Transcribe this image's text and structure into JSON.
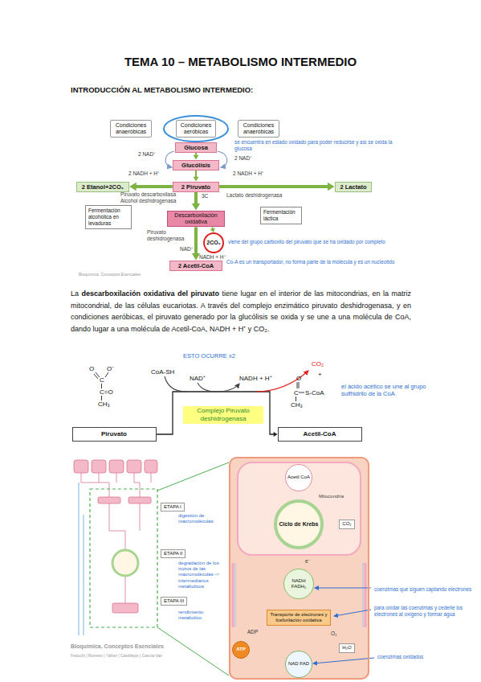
{
  "diagram": {
    "title": "TEMA 10 – METABOLISMO INTERMEDIO",
    "nodes": [
      {
        "text": [
          "Condiciones anaeróbicas"
        ]
      },
      {
        "text": [
          "Condiciones aeróbicas"
        ]
      },
      {
        "text": [
          "Condiciones anaeróbicas"
        ]
      },
      {
        "text": [
          "Glucosa"
        ]
      },
      {
        "text": [
          "Glucólisis"
        ]
      },
      {
        "text": [
          "2 Etanol+2CO₂"
        ]
      },
      {
        "text": [
          "2 Piruvato"
        ]
      },
      {
        "text": [
          "2 Lactato"
        ]
      },
      {
        "text": [
          "Fermentación alcohólica en levaduras"
        ]
      },
      {
        "text": [
          "Fermentación láctica"
        ]
      },
      {
        "text": [
          "Descarboxilación oxidativa"
        ]
      },
      {
        "text": [
          "2CO₂"
        ]
      },
      {
        "text": [
          "2 Acetil-CoA"
        ]
      },
      {
        "text": [
          "Complejo Piruvato deshidrogenasa"
        ]
      },
      {
        "text": [
          "Piruvato"
        ]
      },
      {
        "text": [
          "Acetil-CoA"
        ]
      },
      {
        "text": [
          "ETAPA I"
        ]
      },
      {
        "text": [
          "ETAPA II"
        ]
      },
      {
        "text": [
          "ETAPA III"
        ]
      },
      {
        "text": [
          "Mitocondria"
        ]
      },
      {
        "text": [
          "Acetil CoA"
        ],
        "in": 19
      },
      {
        "text": [
          "Ciclo de Krebs"
        ],
        "in": 19
      },
      {
        "text": [
          "CO₂"
        ],
        "in": 19
      },
      {
        "text": [
          "NADH FADH₂"
        ],
        "in": 19
      },
      {
        "text": [
          "Transporte de electrones y fosforilación oxidativa"
        ],
        "in": 19
      },
      {
        "text": [
          "ATP"
        ],
        "in": 19
      },
      {
        "text": [
          "H₂O"
        ],
        "in": 19
      },
      {
        "text": [
          "NAD FAD"
        ],
        "in": 19
      }
    ],
    "edges": [
      {
        "from": 3,
        "to": 4,
        "arrow": "to"
      },
      {
        "from": 4,
        "to": 6,
        "arrow": "to"
      },
      {
        "from": 6,
        "to": 5,
        "arrow": "to"
      },
      {
        "from": 6,
        "to": 7,
        "arrow": "to"
      },
      {
        "from": 6,
        "to": 10,
        "arrow": "to"
      },
      {
        "from": 10,
        "to": 12,
        "arrow": "to"
      },
      {
        "from": 10,
        "to": 11,
        "arrow": "to"
      },
      {
        "from": 14,
        "to": 15,
        "arrow": "to"
      },
      {
        "from": 20,
        "to": 21,
        "arrow": "to"
      },
      {
        "from": 21,
        "to": 22,
        "arrow": "to"
      },
      {
        "from": 21,
        "to": 23,
        "arrow": "to"
      },
      {
        "from": 23,
        "to": 24,
        "arrow": "to"
      },
      {
        "from": 24,
        "to": 25,
        "arrow": "to"
      },
      {
        "from": 24,
        "to": 26,
        "arrow": "to"
      },
      {
        "from": 24,
        "to": 27,
        "arrow": "to"
      }
    ],
    "labels": [
      "INTRODUCCIÓN AL METABOLISMO INTERMEDIO:",
      "se encuentra en estado oxidado para poder reducirse y así se oxida la glucosa",
      "2 NAD⁺",
      "2 NAD⁺",
      "2 NADH + H⁺",
      "2 NADH + H⁺",
      "3C",
      "Piruvato descarboxilasa Alcohol deshidrogenasa",
      "Lactato deshidrogenasa",
      "viene del grupo carboxilo del piruvato que se ha oxidado por completo",
      "Piruvato deshidrogenasa",
      "NAD⁺",
      "NADH + H⁺",
      "Co-A es un transportador, no forma parte de la molécula y es un nucleotido",
      "Bioquímica. Conceptos Esenciales",
      "La",
      "descarboxilación oxidativa del piruvato",
      "tiene lugar en el interior de las mitocondrias, en la matriz mitocondrial, de las células eucariotas. A través del complejo enzimático piruvato deshidrogenasa, y en condiciones aeróbicas, el piruvato generado por la glucólisis se oxida y se une a una molécula de CoA, dando lugar a una molécula de Acetil-CoA, NADH + H⁺ y CO₂.",
      "ESTO OCURRE x2",
      "O",
      "O⁻",
      "C",
      "C=O",
      "CH₃",
      "CoA-SH",
      "NAD⁺",
      "NADH + H⁺",
      "CO₂",
      "+",
      "O",
      "C",
      "S-CoA",
      "CH₃",
      "el ácido acético se une al grupo sulfhidrilo de la CoA",
      "digestión de macromoléculas",
      "degradación de los trozos de las macromoléculas -> intermediarios metabolicos",
      "rendimiento metabolico",
      "e⁻",
      "ADP",
      "O₂",
      "coenzimas que siguen captando electrones",
      "para oxidar las coenzimas y cederle los electrones al oxígeno y formar agua",
      "coenzimas oxidados",
      "Bioquímica. Conceptos Esenciales",
      "Feduchi | Romero | Yáñez | Castillejos | García-Vaz"
    ]
  }
}
